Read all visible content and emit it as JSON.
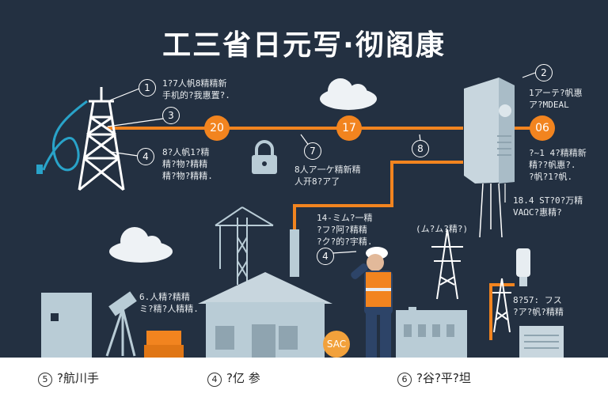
{
  "title": "工三省日元写·彻阁康",
  "callouts": {
    "n1": "1",
    "n2": "2",
    "n3": "3",
    "n4a": "4",
    "n7": "7",
    "n8": "8",
    "n4b": "4"
  },
  "orange_nodes": {
    "a": "20",
    "b": "17",
    "c": "06"
  },
  "notes": {
    "top_left": "1?7人帆8精精新\n手机的?我惠置?.",
    "mid_left": "8?人帆1?精\n精?物?精精\n精?物?精精.",
    "center": "8人ア一ケ精新精\n人开8?ア了",
    "right_top": "1アーテ?帆惠\nア?MDEAL",
    "right_mid": "?~1 4?精精新\n精??帆惠?.\n?帆?1?帆.",
    "right_low": "18.4 ST?0?万精\nVAΩC?惠精?",
    "center_low": "14-ミム?一精\n?フ?阿?精精\n?ク?的?宇精.",
    "tower_label": "(ム?ム?精?)",
    "left_low": "6.人精?精精\nミ?精?人精精.",
    "bottom_right": "8?57: フス\n?ア?帆?精精"
  },
  "sac_label": "SAC",
  "steps": [
    {
      "num": "5",
      "label": "?航川手"
    },
    {
      "num": "4",
      "label": "?亿 参"
    },
    {
      "num": "6",
      "label": "?谷?平?坦"
    }
  ],
  "colors": {
    "background": "#233041",
    "orange": "#f2841f",
    "cable_blue": "#29a3c9",
    "light_blue": "#b9ccd6",
    "white": "#ffffff"
  },
  "icons": [
    "oil-derrick-icon",
    "lock-icon",
    "cloud-icon",
    "server-cabinet-icon",
    "construction-crane-icon",
    "house-icon",
    "power-tower-icon",
    "worker-icon",
    "telescope-icon",
    "factory-icon",
    "sensor-icon"
  ]
}
